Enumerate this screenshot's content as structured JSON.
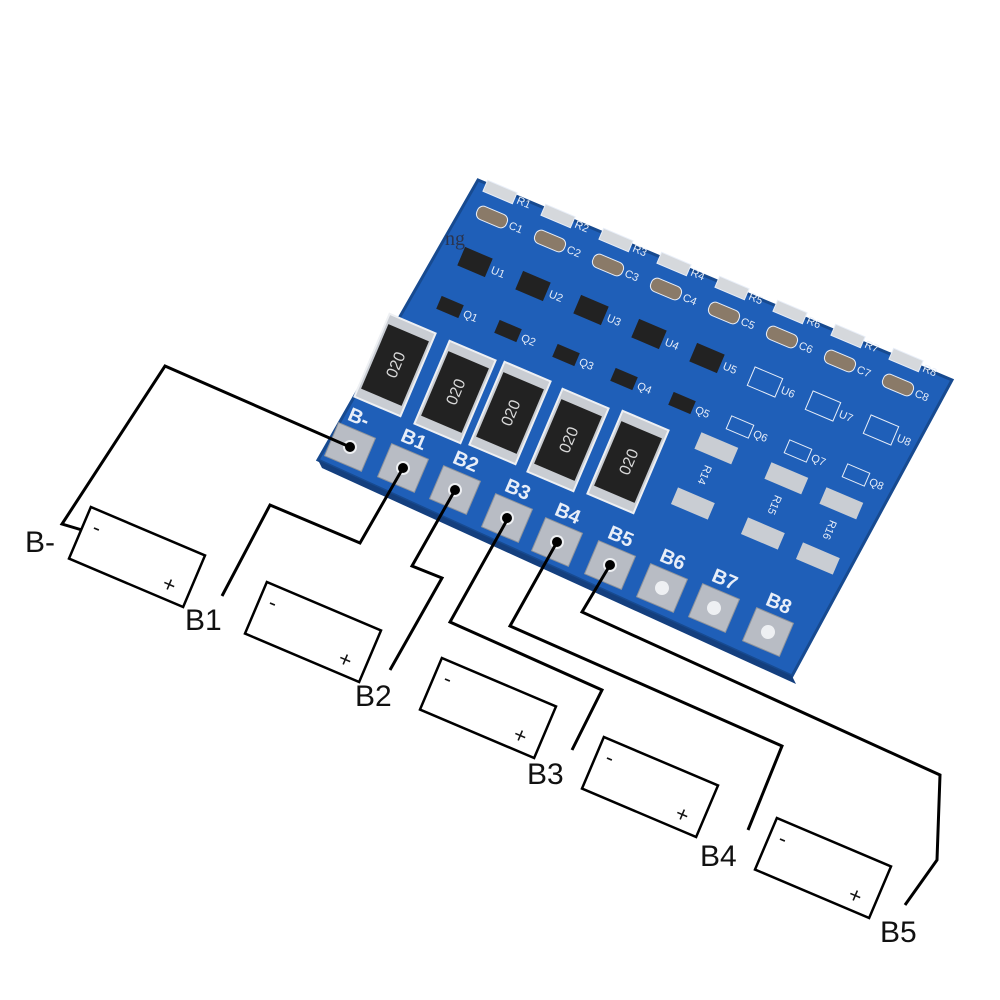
{
  "watermark": "ng",
  "board": {
    "color": "#1f5fb8",
    "pads": [
      "B-",
      "B1",
      "B2",
      "B3",
      "B4",
      "B5",
      "B6",
      "B7",
      "B8"
    ],
    "power_resistor_code": "020",
    "resistors_bottom": [
      "R14",
      "R15",
      "R16"
    ],
    "top_resistors": [
      "R1",
      "R2",
      "R3",
      "R4",
      "R5",
      "R6",
      "R7",
      "R8"
    ],
    "capacitors": [
      "C1",
      "C2",
      "C3",
      "C4",
      "C5",
      "C6",
      "C7",
      "C8"
    ],
    "ics": [
      "U1",
      "U2",
      "U3",
      "U4",
      "U5",
      "U6",
      "U7",
      "U8"
    ],
    "transistors": [
      "Q1",
      "Q2",
      "Q3",
      "Q4",
      "Q5",
      "Q6",
      "Q7",
      "Q8"
    ]
  },
  "wiring": {
    "terminals": [
      "B-",
      "B1",
      "B2",
      "B3",
      "B4",
      "B5"
    ],
    "battery_minus": "-",
    "battery_plus": "+",
    "battery_count": 5
  }
}
